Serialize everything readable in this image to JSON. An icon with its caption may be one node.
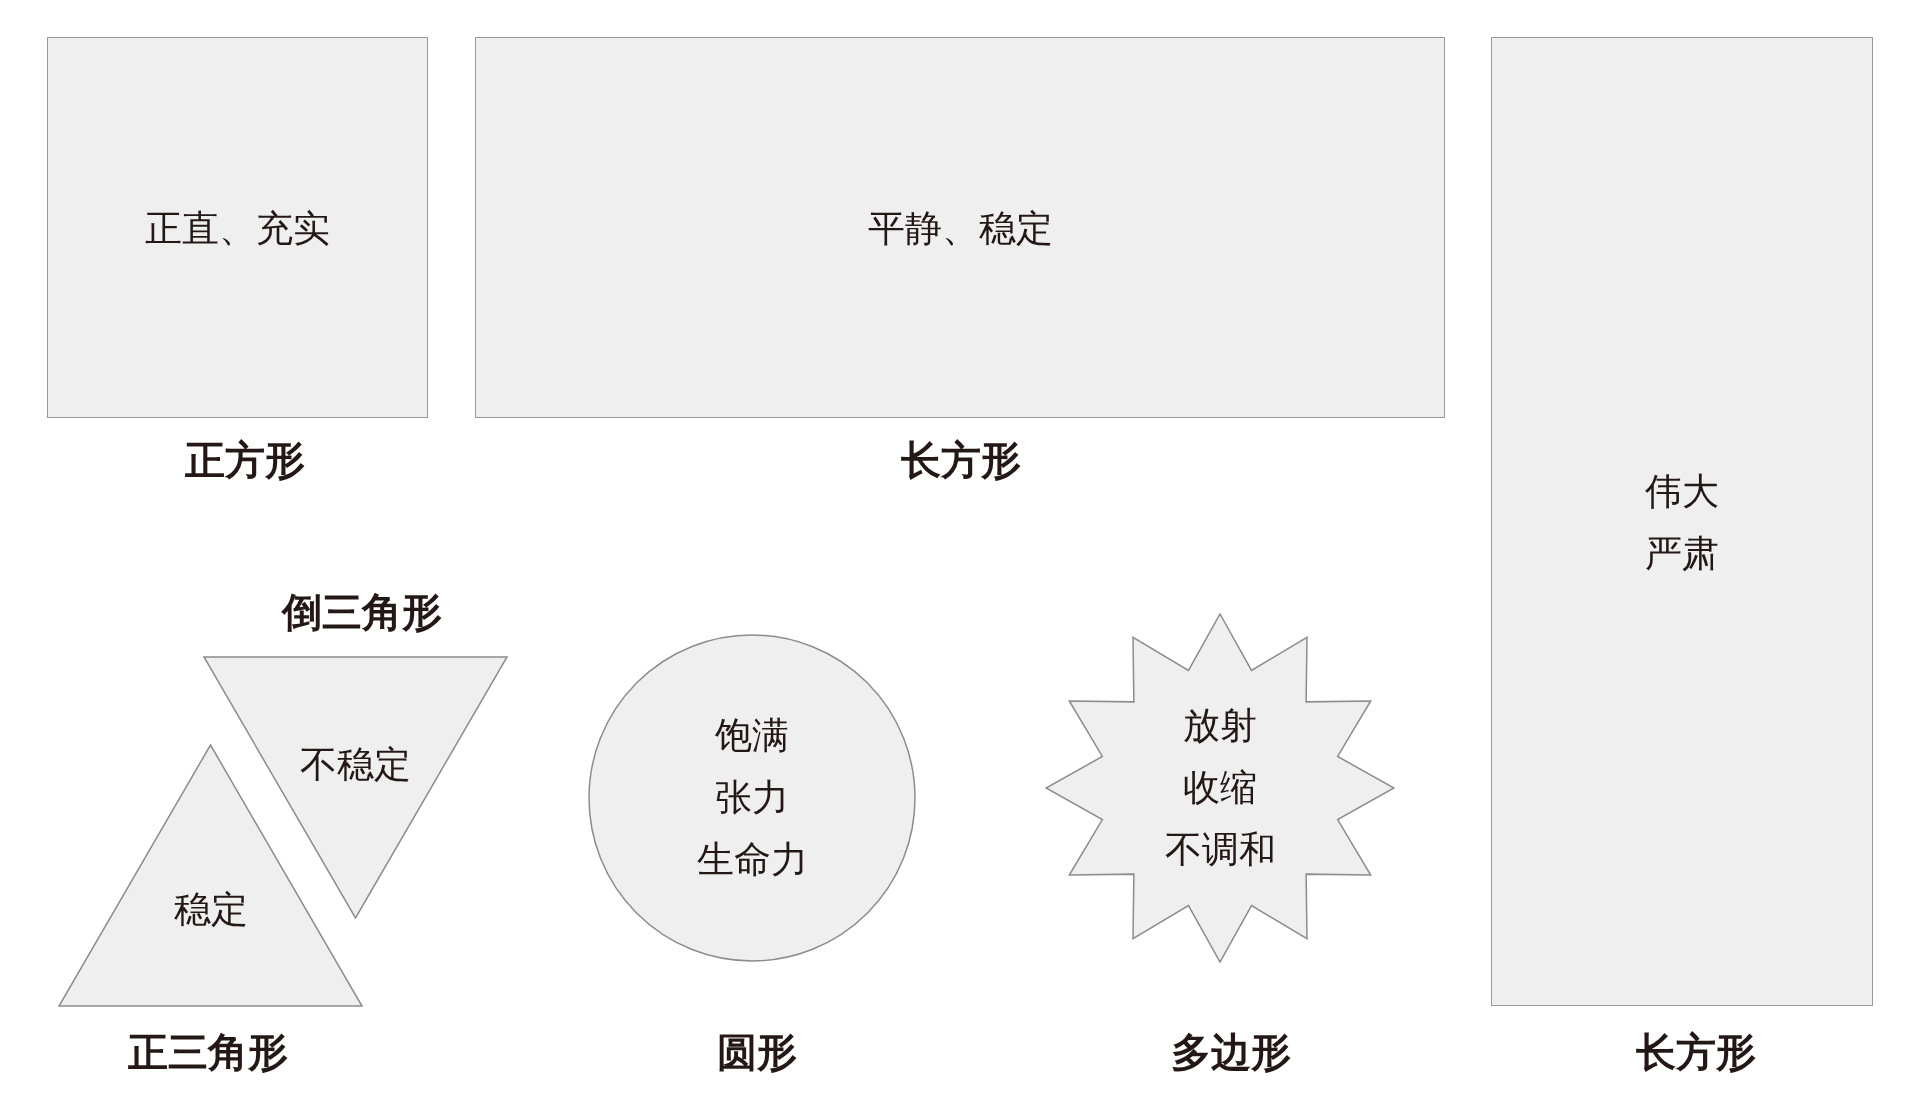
{
  "diagram": {
    "nodes": [
      {
        "text": [
          "正直、充实"
        ],
        "beside": [
          "正方形"
        ]
      },
      {
        "text": [
          "平静、稳定"
        ],
        "beside": [
          "长方形"
        ]
      },
      {
        "text": [
          "伟大",
          "严肃"
        ],
        "beside": [
          "长方形"
        ]
      },
      {
        "text": [
          "不稳定"
        ],
        "beside": [
          "倒三角形"
        ]
      },
      {
        "text": [
          "稳定"
        ],
        "beside": [
          "正三角形"
        ]
      },
      {
        "text": [
          "饱满",
          "张力",
          "生命力"
        ],
        "beside": [
          "圆形"
        ]
      },
      {
        "text": [
          "放射",
          "收缩",
          "不调和"
        ],
        "beside": [
          "多边形"
        ]
      }
    ]
  }
}
